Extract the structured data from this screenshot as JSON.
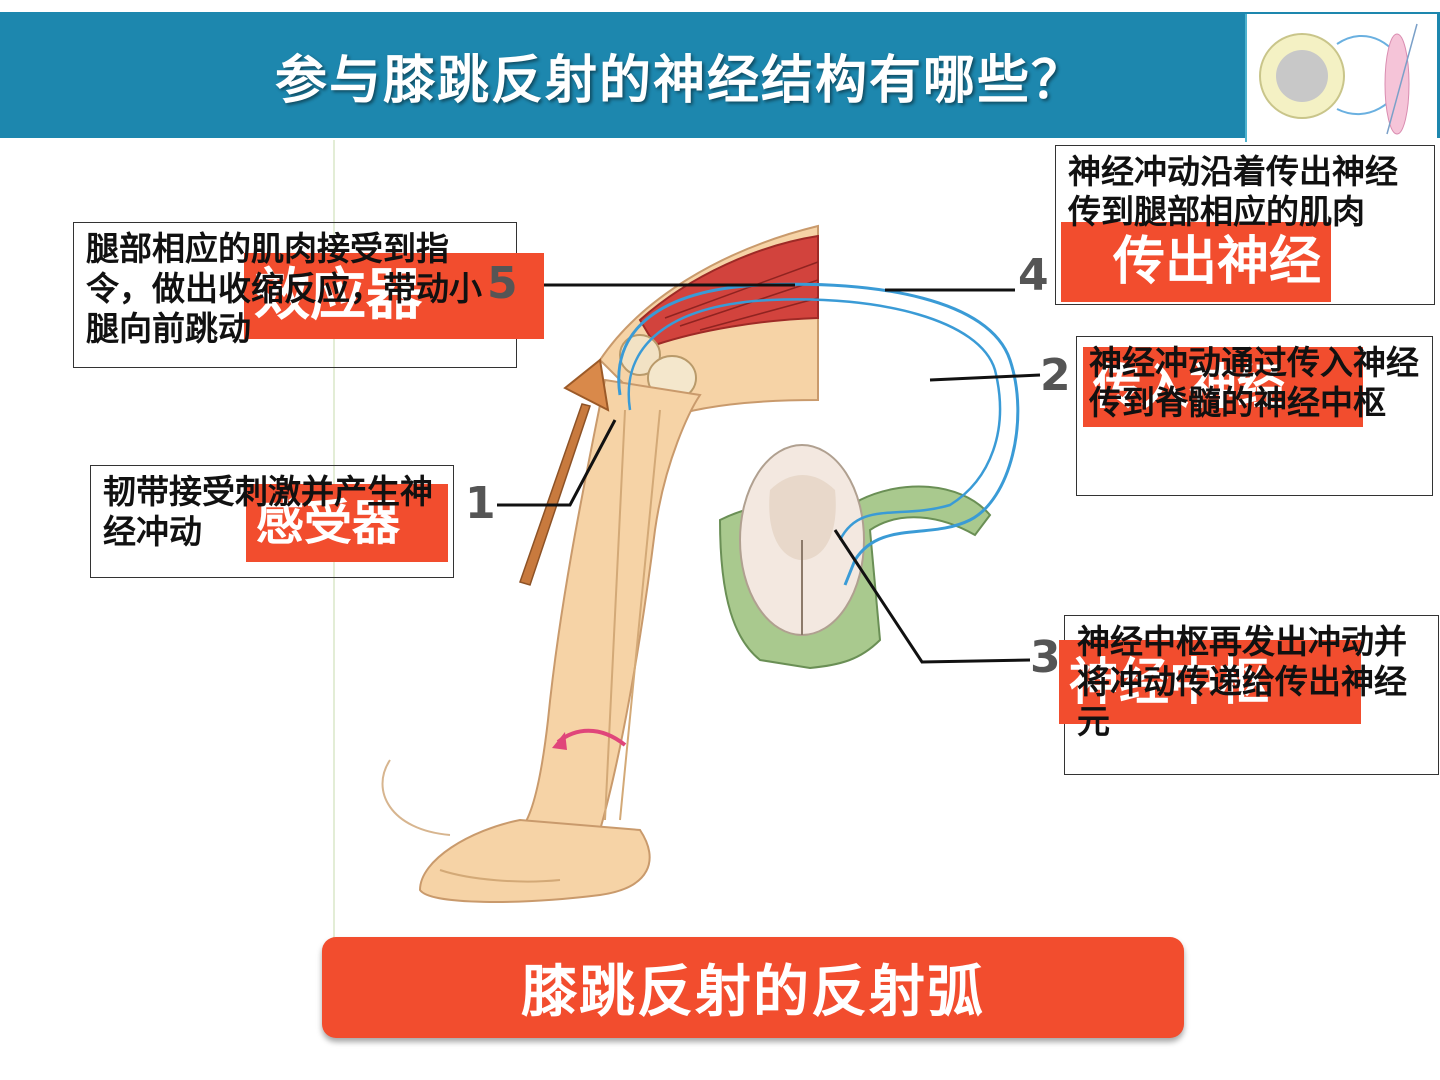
{
  "header": {
    "title": "参与膝跳反射的神经结构有哪些？"
  },
  "labels": {
    "one": "1",
    "two": "2",
    "three": "3",
    "four": "4",
    "five": "5"
  },
  "parts": {
    "receptor": {
      "tag": "感受器",
      "desc": "韧带接受刺激并产生神经冲动"
    },
    "afferent": {
      "tag": "传入神经",
      "desc": "神经冲动通过传入神经传到脊髓的神经中枢"
    },
    "center": {
      "tag": "神经中枢",
      "desc": "神经中枢再发出冲动并将冲动传递给传出神经元"
    },
    "efferent": {
      "tag": "传出神经",
      "desc": "神经冲动沿着传出神经传到腿部相应的肌肉"
    },
    "effector": {
      "tag": "效应器",
      "desc": "腿部相应的肌肉接受到指令，做出收缩反应，带动小腿向前跳动"
    }
  },
  "banner": {
    "label": "膝跳反射的反射弧"
  },
  "colors": {
    "header": "#1d87ae",
    "accent": "#f24d2e",
    "nerve": "#3a9bd6"
  }
}
